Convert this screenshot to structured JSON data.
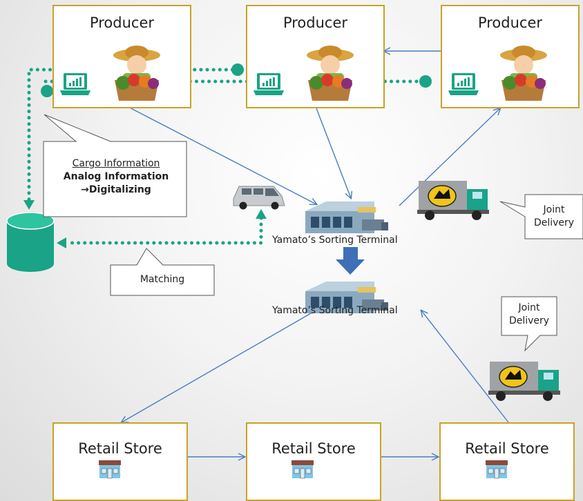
{
  "producers": [
    {
      "label": "Producer"
    },
    {
      "label": "Producer"
    },
    {
      "label": "Producer"
    }
  ],
  "stores": [
    {
      "label": "Retail Store"
    },
    {
      "label": "Retail Store"
    },
    {
      "label": "Retail Store"
    }
  ],
  "terminals": [
    {
      "label": "Yamato’s Sorting Terminal"
    },
    {
      "label": "Yamato’s Sorting Terminal"
    }
  ],
  "callouts": {
    "cargo": {
      "line1": "Cargo Information",
      "line2": "Analog Information",
      "line3": "→Digitalizing"
    },
    "matching": "Matching",
    "joint_delivery_1": {
      "line1": "Joint",
      "line2": "Delivery"
    },
    "joint_delivery_2": {
      "line1": "Joint",
      "line2": "Delivery"
    }
  },
  "colors": {
    "box_border": "#c9a227",
    "flow_arrow": "#4a7cc2",
    "data_line": "#1aa386",
    "down_arrow": "#3f6fb6"
  }
}
